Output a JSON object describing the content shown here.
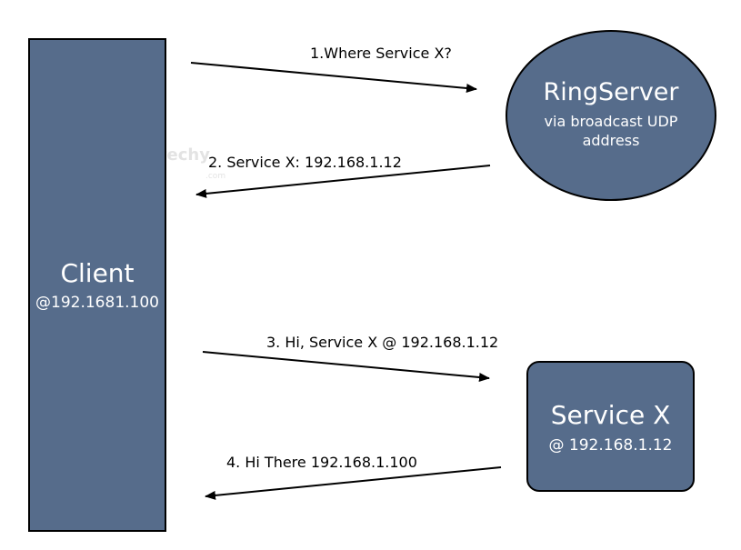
{
  "nodes": {
    "client": {
      "title": "Client",
      "subtitle": "@192.1681.100"
    },
    "ringserver": {
      "title": "RingServer",
      "subtitle": "via broadcast UDP address"
    },
    "servicex": {
      "title": "Service X",
      "subtitle": "@ 192.168.1.12"
    }
  },
  "messages": [
    {
      "label": "1.Where Service X?",
      "from": "client",
      "to": "ringserver"
    },
    {
      "label": "2. Service X: 192.168.1.12",
      "from": "ringserver",
      "to": "client"
    },
    {
      "label": "3. Hi, Service X @ 192.168.1.12",
      "from": "client",
      "to": "servicex"
    },
    {
      "label": "4. Hi There 192.168.1.100",
      "from": "servicex",
      "to": "client"
    }
  ],
  "watermark": {
    "text": "wikitechy",
    "domain": ".com"
  },
  "colors": {
    "node_fill": "#566c8b",
    "stroke": "#000000",
    "node_text": "#ffffff"
  }
}
